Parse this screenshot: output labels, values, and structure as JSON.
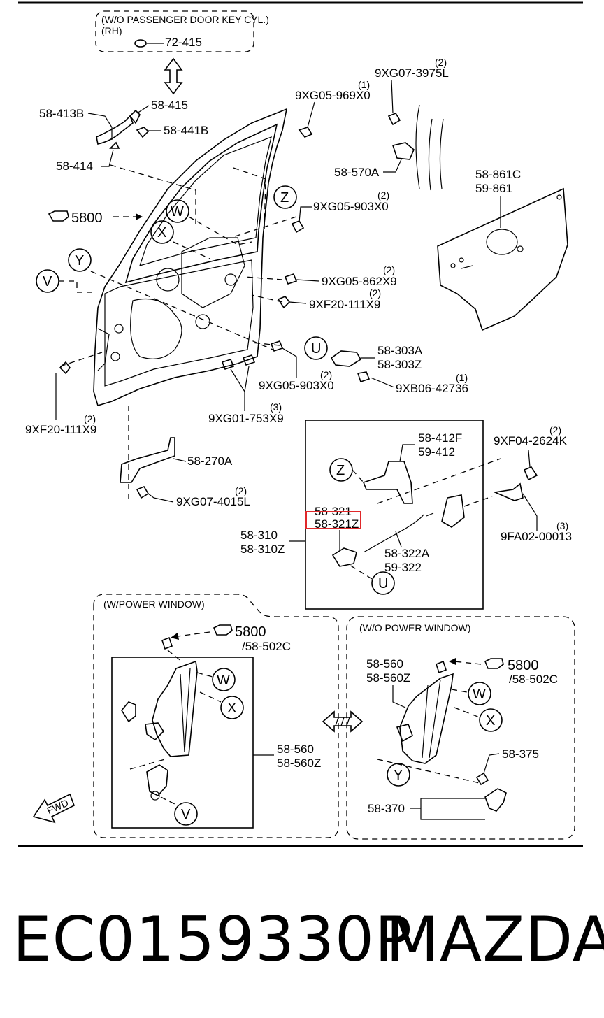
{
  "labels": {
    "hdr_keycyl": "(W/O PASSENGER DOOR KEY CYL.)",
    "hdr_rh": "(RH)",
    "p72415": "72-415",
    "p9xg073975l": "9XG07-3975L",
    "q9xg073975l": "(2)",
    "p9xg05969x0": "9XG05-969X0",
    "q9xg05969x0": "(1)",
    "p58413b": "58-413B",
    "p58415": "58-415",
    "p58441b": "58-441B",
    "p58414": "58-414",
    "p58570a": "58-570A",
    "p58861c": "58-861C",
    "p59861": "59-861",
    "p9xg05903x0a": "9XG05-903X0",
    "q9xg05903x0a": "(2)",
    "p5800": "5800",
    "p9xg05862x9": "9XG05-862X9",
    "q9xg05862x9": "(2)",
    "p9xf20111x9a": "9XF20-111X9",
    "q9xf20111x9a": "(2)",
    "p58303a": "58-303A",
    "p58303z": "58-303Z",
    "p9xb0642736": "9XB06-42736",
    "q9xb0642736": "(1)",
    "p9xg05903x0b": "9XG05-903X0",
    "q9xg05903x0b": "(2)",
    "p9xg01753x9": "9XG01-753X9",
    "q9xg01753x9": "(3)",
    "p9xf20111x9b": "9XF20-111X9",
    "q9xf20111x9b": "(2)",
    "p58270a": "58-270A",
    "p9xg074015l": "9XG07-4015L",
    "q9xg074015l": "(2)",
    "p58412f": "58-412F",
    "p59412": "59-412",
    "p9xf042624k": "9XF04-2624K",
    "q9xf042624k": "(2)",
    "p58321": "58-321",
    "p58321z": "58-321Z",
    "p58310": "58-310",
    "p58310z": "58-310Z",
    "p58322a": "58-322A",
    "p59322": "59-322",
    "p9fa0200013": "9FA02-00013",
    "q9fa0200013": "(3)",
    "hdr_powerwin": "(W/POWER WINDOW)",
    "p5800b": "5800",
    "p58502c_a": "/58-502C",
    "p58560a": "58-560",
    "p58560za": "58-560Z",
    "hdr_nopowerwin": "(W/O POWER WINDOW)",
    "p58560b": "58-560",
    "p58560zb": "58-560Z",
    "p5800c": "5800",
    "p58502c_b": "/58-502C",
    "p58375": "58-375",
    "p58370": "58-370",
    "fwd": "FWD"
  },
  "callouts": {
    "z": "Z",
    "w": "W",
    "x": "X",
    "y": "Y",
    "v": "V",
    "u": "U"
  },
  "footer": {
    "part_number": "EC0159330P",
    "brand": "MAZDA"
  },
  "highlight_color": "#e0282a"
}
